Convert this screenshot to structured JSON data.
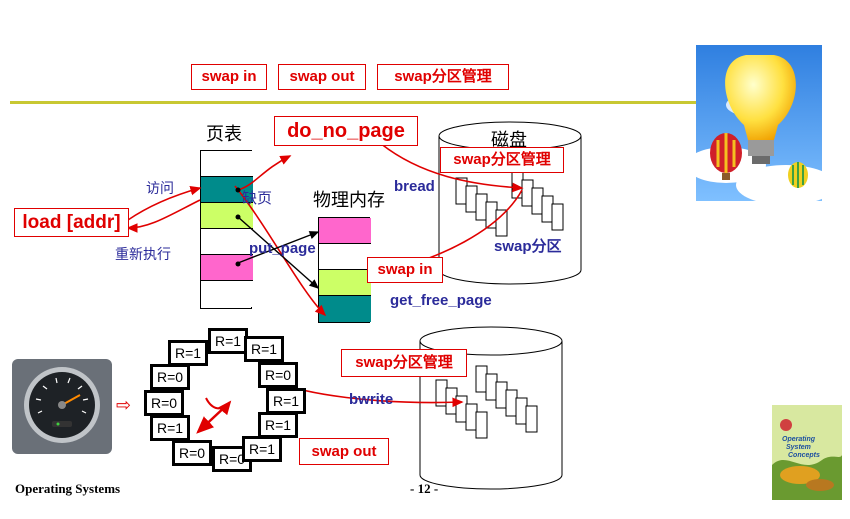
{
  "tabs": [
    "swap in",
    "swap out",
    "swap分区管理"
  ],
  "page_table": {
    "title": "页表"
  },
  "phys_mem": {
    "title": "物理内存"
  },
  "disk": {
    "title": "磁盘"
  },
  "labels": {
    "do_no_page": "do_no_page",
    "load": "load [addr]",
    "visit": "访问",
    "rerun": "重新执行",
    "fault": "缺页",
    "put_page": "put_page",
    "bread": "bread",
    "swap_area": "swap分区",
    "swap_mgmt_top": "swap分区管理",
    "swap_in": "swap in",
    "get_free_page": "get_free_page",
    "swap_mgmt_bottom": "swap分区管理",
    "bwrite": "bwrite",
    "swap_out": "swap out",
    "arrow_glyph": "⇨"
  },
  "clock_boxes": [
    "R=1",
    "R=1",
    "R=1",
    "R=0",
    "R=0",
    "R=0",
    "R=1",
    "R=1",
    "R=1",
    "R=0",
    "R=0",
    "R=1"
  ],
  "footer": {
    "left": "Operating Systems",
    "page": "- 12 -"
  },
  "book_cover_text": [
    "Operating",
    "System",
    "Concepts"
  ],
  "colors": {
    "red": "#e00000",
    "teal": "#008b8b",
    "lime": "#ccff66",
    "magenta": "#ff66cc",
    "olive_rule": "#c8c832",
    "label_blue": "#2b2b9a"
  }
}
